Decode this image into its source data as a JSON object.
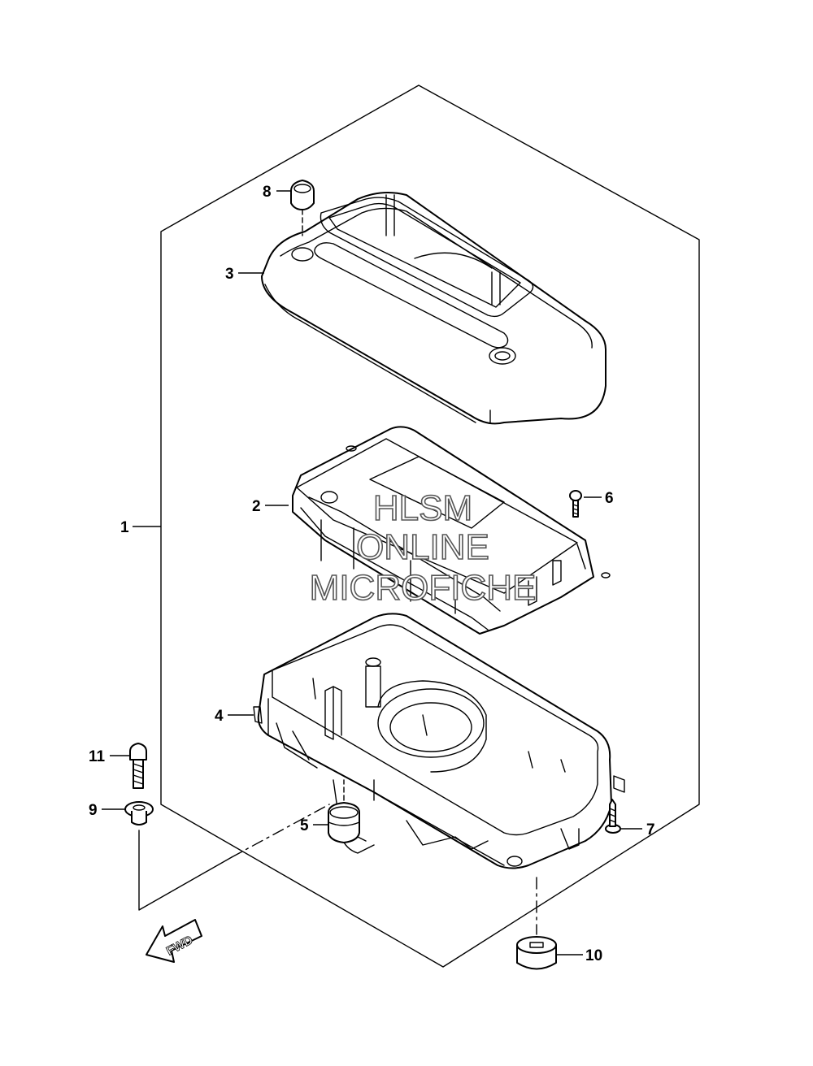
{
  "callouts": {
    "c1": "1",
    "c2": "2",
    "c3": "3",
    "c4": "4",
    "c5": "5",
    "c6": "6",
    "c7": "7",
    "c8": "8",
    "c9": "9",
    "c10": "10",
    "c11": "11"
  },
  "fwd_label": "FWD",
  "watermark": {
    "line1": "HLSM",
    "line2": "ONLINE",
    "line3": "MICROFICHE"
  }
}
